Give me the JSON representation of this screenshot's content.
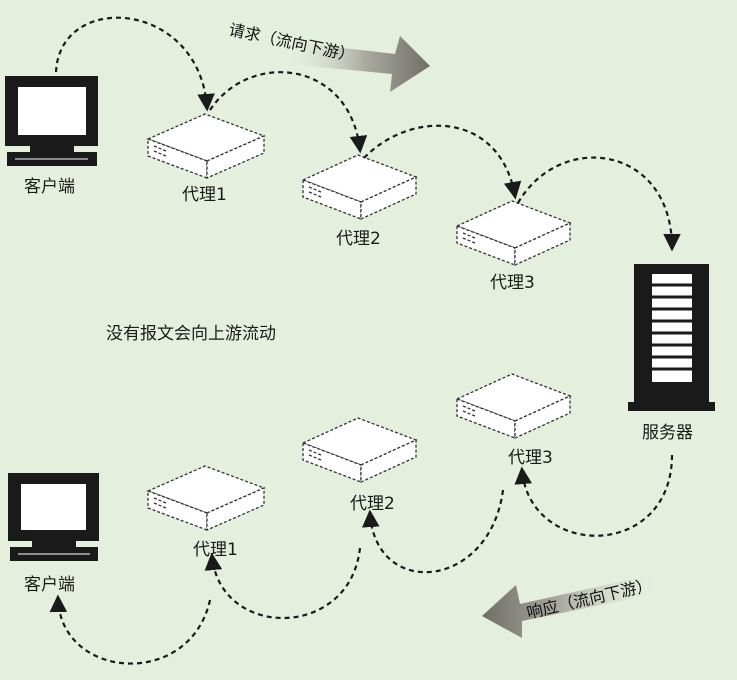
{
  "labels": {
    "client_top": "客户端",
    "client_bottom": "客户端",
    "proxy1_top": "代理1",
    "proxy2_top": "代理2",
    "proxy3_top": "代理3",
    "proxy1_bottom": "代理1",
    "proxy2_bottom": "代理2",
    "proxy3_bottom": "代理3",
    "server": "服务器",
    "middle_note": "没有报文会向上游流动"
  },
  "arrows": {
    "request": "请求（流向下游）",
    "response": "响应（流向下游）"
  },
  "colors": {
    "background": "#e5efde",
    "ink": "#1a1a1a"
  }
}
